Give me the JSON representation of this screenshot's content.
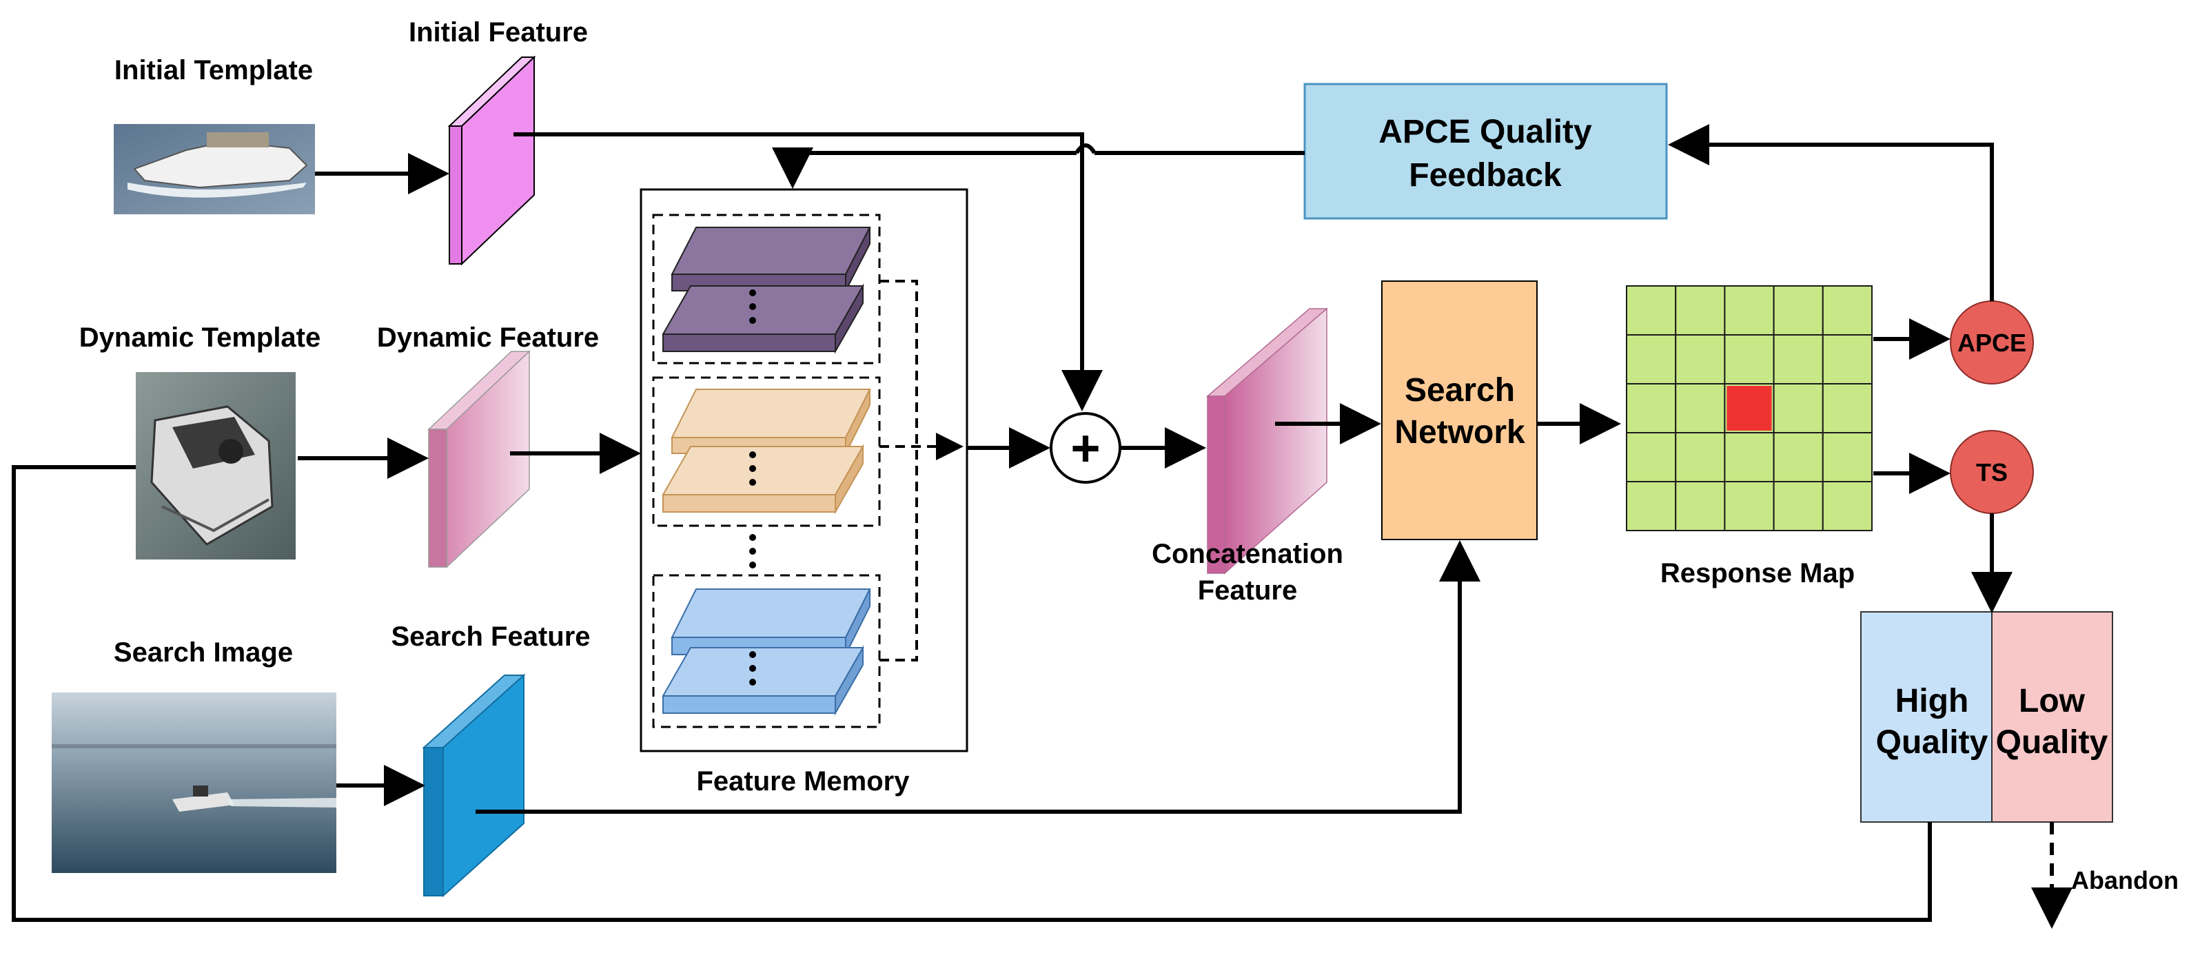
{
  "labels": {
    "initial_template": "Initial Template",
    "initial_feature": "Initial Feature",
    "dynamic_template": "Dynamic Template",
    "dynamic_feature": "Dynamic Feature",
    "search_image": "Search Image",
    "search_feature": "Search Feature",
    "feature_memory": "Feature Memory",
    "concatenation_feature_line1": "Concatenation",
    "concatenation_feature_line2": "Feature",
    "search_network_line1": "Search",
    "search_network_line2": "Network",
    "response_map": "Response Map",
    "apce_feedback_line1": "APCE Quality",
    "apce_feedback_line2": "Feedback",
    "apce": "APCE",
    "ts": "TS",
    "high_quality_line1": "High",
    "high_quality_line2": "Quality",
    "low_quality_line1": "Low",
    "low_quality_line2": "Quality",
    "abandon": "Abandon",
    "plus": "+"
  },
  "colors": {
    "initial_feature": "#ef8fef",
    "dynamic_feature": "#d98ab2",
    "search_feature": "#1f9ad8",
    "concat_feature": "#d06f9f",
    "memory_purple": "#6d5680",
    "memory_orange": "#ecc8a0",
    "memory_blue": "#8ab8e8",
    "search_network": "#fdcb95",
    "apce_feedback": "#b3ddef",
    "response_grid": "#c8e887",
    "response_peak": "#ef3333",
    "node_red": "#e8605a",
    "high_quality": "#c7e2f8",
    "low_quality": "#f8c8c8"
  },
  "response_map": {
    "rows": 5,
    "cols": 5,
    "peak_row": 2,
    "peak_col": 2
  }
}
